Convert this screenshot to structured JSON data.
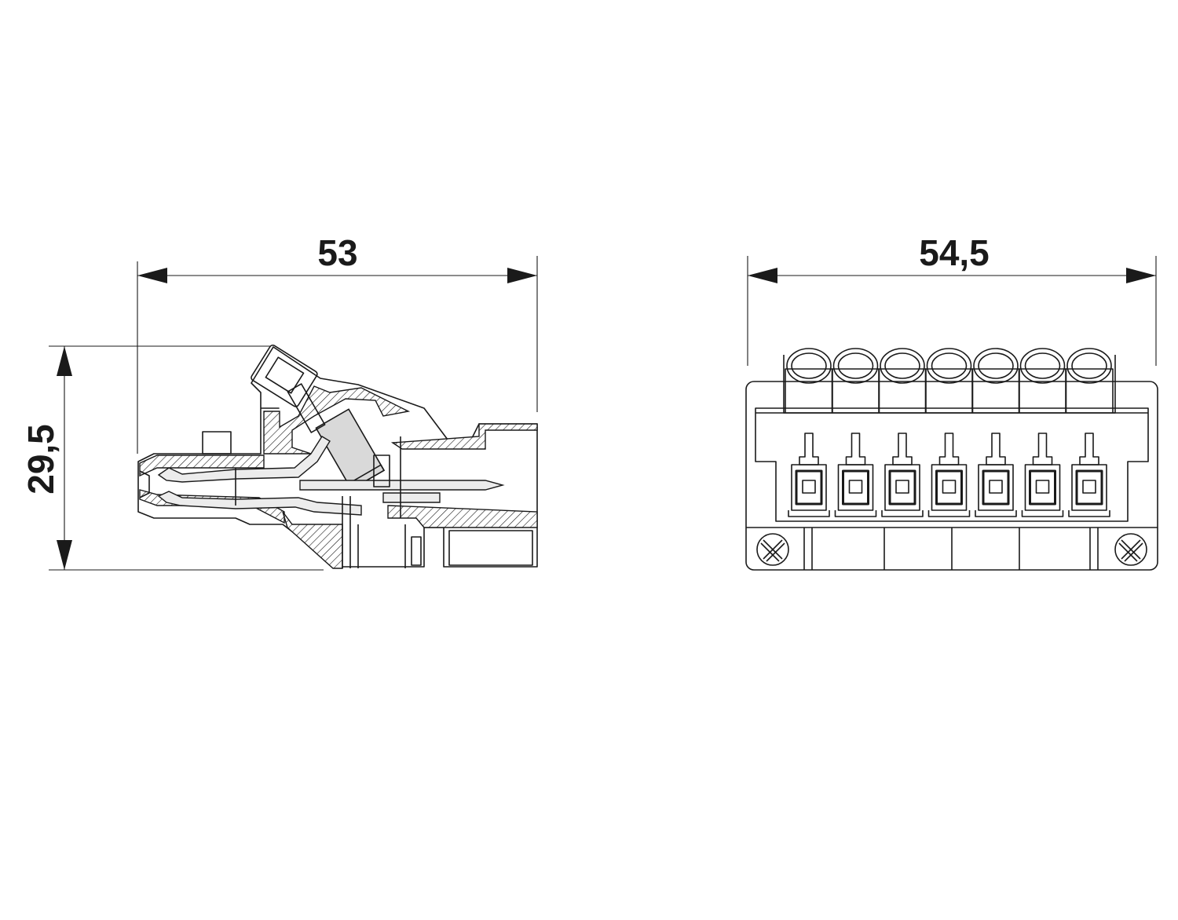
{
  "dimensions": {
    "side_width": "53",
    "side_height": "29,5",
    "front_width": "54,5"
  },
  "front_view": {
    "pole_count": 7
  },
  "colors": {
    "line": "#1a1a1a",
    "fill_gray": "#d9d9d9",
    "background": "#ffffff"
  }
}
